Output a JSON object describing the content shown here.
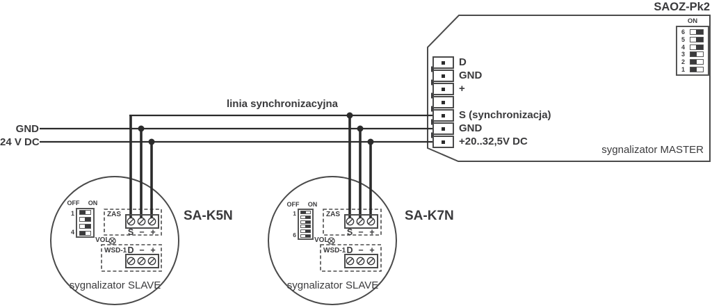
{
  "colors": {
    "outline": "#4a4a4a",
    "text": "#3a3a3c",
    "wire": "#2b2b2b"
  },
  "master": {
    "title": "SAOZ-Pk2",
    "caption": "sygnalizator MASTER",
    "terminals": [
      "D",
      "GND",
      "+",
      "",
      "S (synchronizacja)",
      "GND",
      "+20..32,5V DC"
    ],
    "dip": {
      "on_label": "ON",
      "numbers": [
        "6",
        "5",
        "4",
        "3",
        "2",
        "1"
      ],
      "states": [
        "right",
        "right",
        "right",
        "left",
        "left",
        "left"
      ]
    }
  },
  "bus": {
    "sync_label": "linia synchronizacyjna",
    "gnd_label": "GND",
    "power_label": "24 V DC"
  },
  "slaves": [
    {
      "name": "SA-K5N",
      "caption": "sygnalizator SLAVE",
      "dip": {
        "off_label": "OFF",
        "on_label": "ON",
        "numbers": [
          "1",
          "",
          "",
          "4"
        ],
        "states": [
          "left",
          "right",
          "right",
          "left"
        ]
      },
      "zas": {
        "label": "ZAS",
        "pins": [
          "S",
          "−",
          "+"
        ]
      },
      "vol": {
        "label": "VOL"
      },
      "wsd": {
        "label": "WSD-1",
        "pins": [
          "D",
          "−",
          "+"
        ]
      }
    },
    {
      "name": "SA-K7N",
      "caption": "sygnalizator SLAVE",
      "dip": {
        "off_label": "OFF",
        "on_label": "ON",
        "numbers": [
          "1",
          "",
          "",
          "",
          "",
          "6"
        ],
        "states": [
          "left",
          "right",
          "right",
          "right",
          "right",
          "right"
        ]
      },
      "zas": {
        "label": "ZAS",
        "pins": [
          "S",
          "−",
          "+"
        ]
      },
      "vol": {
        "label": "VOL"
      },
      "wsd": {
        "label": "WSD-1",
        "pins": [
          "D",
          "−",
          "+"
        ]
      }
    }
  ]
}
